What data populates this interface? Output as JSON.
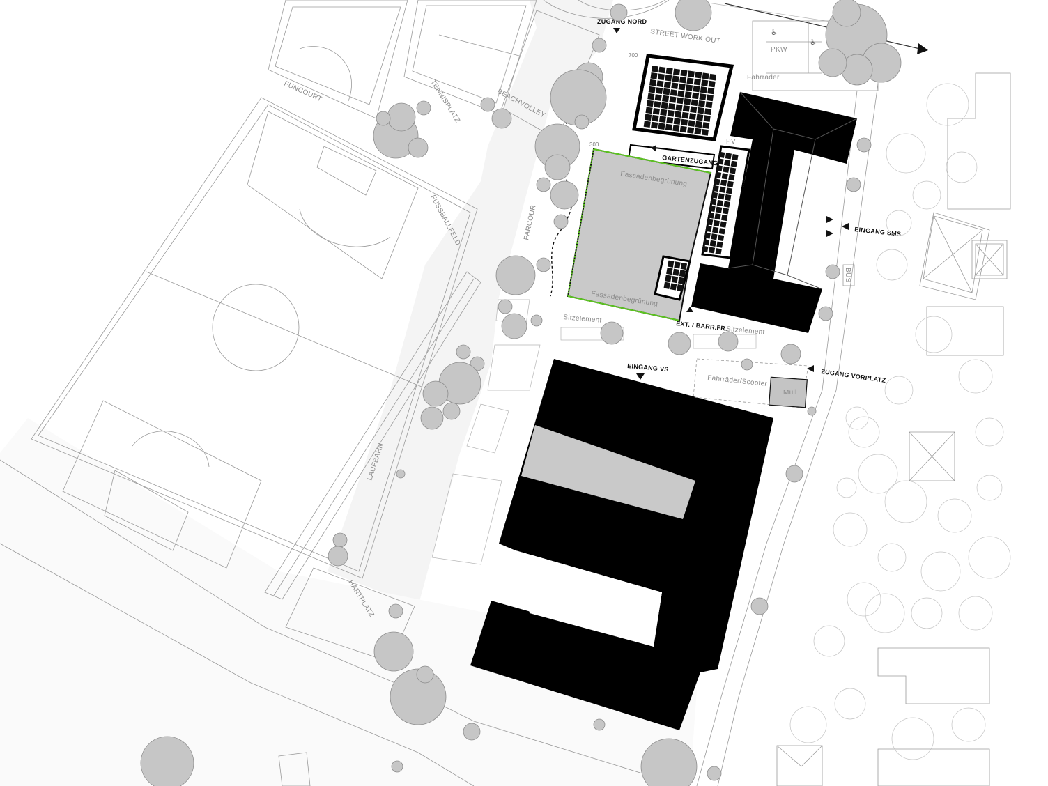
{
  "plan": {
    "labels": {
      "zugang_nord": "ZUGANG NORD",
      "street_work_out": "STREET WORK OUT",
      "pkw": "PKW",
      "fahrraeder": "Fahrräder",
      "funcourt": "FUNCOURT",
      "tennisplatz": "TENNISPLATZ",
      "beachvolley": "BEACHVOLLEY",
      "fussballfeld": "FUSSBALLFELD",
      "parcour": "PARCOUR",
      "gartenzugang": "GARTENZUGANG",
      "pv": "PV",
      "fassade_top": "Fassadenbegrünung",
      "fassade_bottom": "Fassadenbegrünung",
      "eingang_sms": "EINGANG SMS",
      "bus": "BUS",
      "sitzelement_left": "Sitzelement",
      "sitzelement_right": "Sitzelement",
      "ext_barr": "EXT. / BARR.FR.",
      "eingang_vs": "EINGANG VS",
      "fahrraeder_scooter": "Fahrräder/Scooter",
      "muell": "Müll",
      "zugang_vorplatz": "ZUGANG VORPLATZ",
      "laufbahn": "LAUFBAHN",
      "hartplatz": "HARTPLATZ"
    },
    "dimensions": {
      "d700": "700",
      "d300": "300"
    },
    "colors": {
      "building": "#000000",
      "hall": "#c9c9c9",
      "green_facade": "#5cc420",
      "tree_fill": "#c6c6c6",
      "line": "#9a9a9a"
    },
    "icons": [
      "wheelchair-icon",
      "entrance-arrow-icon",
      "north-arrow-icon"
    ]
  }
}
